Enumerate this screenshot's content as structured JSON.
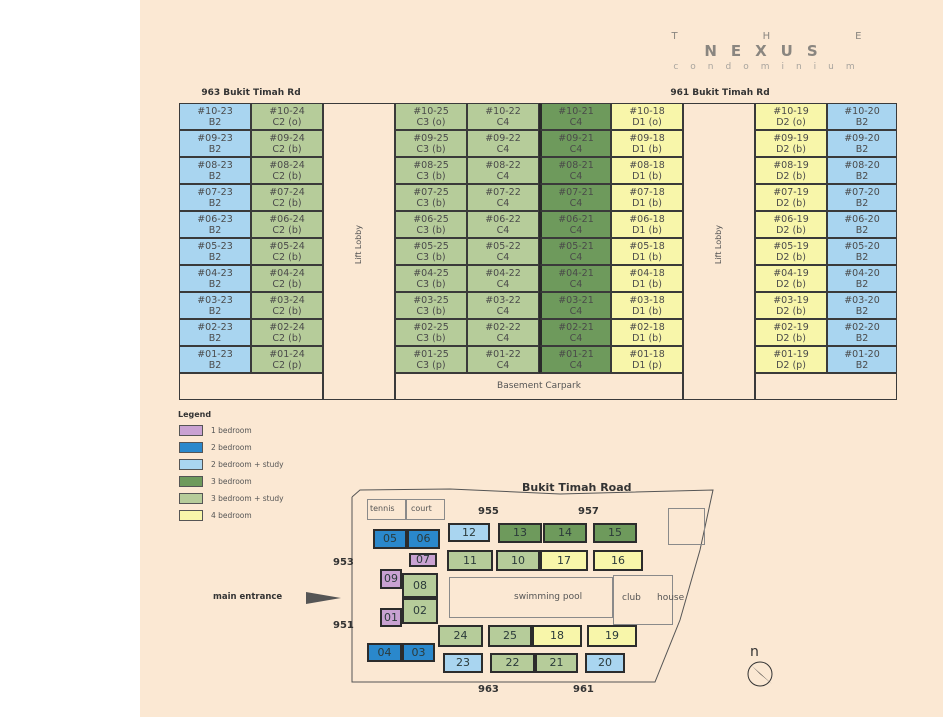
{
  "logo": {
    "the": "T H E",
    "nexus": "NEXUS",
    "condominium": "condominium"
  },
  "headings": {
    "left_block": "963 Bukit Timah Rd",
    "right_block": "961 Bukit Timah Rd"
  },
  "stack": {
    "lift_lobby": "Lift Lobby",
    "basement_carpark": "Basement Carpark",
    "column_types": [
      3,
      5,
      5,
      5,
      4,
      6,
      6,
      3
    ],
    "rows": [
      {
        "floor": "10",
        "cells": [
          [
            "#10-23",
            "B2"
          ],
          [
            "#10-24",
            "C2 (o)"
          ],
          [
            "#10-25",
            "C3 (o)"
          ],
          [
            "#10-22",
            "C4"
          ],
          [
            "#10-21",
            "C4"
          ],
          [
            "#10-18",
            "D1 (o)"
          ],
          [
            "#10-19",
            "D2 (o)"
          ],
          [
            "#10-20",
            "B2"
          ]
        ]
      },
      {
        "floor": "09",
        "cells": [
          [
            "#09-23",
            "B2"
          ],
          [
            "#09-24",
            "C2 (b)"
          ],
          [
            "#09-25",
            "C3 (b)"
          ],
          [
            "#09-22",
            "C4"
          ],
          [
            "#09-21",
            "C4"
          ],
          [
            "#09-18",
            "D1 (b)"
          ],
          [
            "#09-19",
            "D2 (b)"
          ],
          [
            "#09-20",
            "B2"
          ]
        ]
      },
      {
        "floor": "08",
        "cells": [
          [
            "#08-23",
            "B2"
          ],
          [
            "#08-24",
            "C2 (b)"
          ],
          [
            "#08-25",
            "C3 (b)"
          ],
          [
            "#08-22",
            "C4"
          ],
          [
            "#08-21",
            "C4"
          ],
          [
            "#08-18",
            "D1 (b)"
          ],
          [
            "#08-19",
            "D2 (b)"
          ],
          [
            "#08-20",
            "B2"
          ]
        ]
      },
      {
        "floor": "07",
        "cells": [
          [
            "#07-23",
            "B2"
          ],
          [
            "#07-24",
            "C2 (b)"
          ],
          [
            "#07-25",
            "C3 (b)"
          ],
          [
            "#07-22",
            "C4"
          ],
          [
            "#07-21",
            "C4"
          ],
          [
            "#07-18",
            "D1 (b)"
          ],
          [
            "#07-19",
            "D2 (b)"
          ],
          [
            "#07-20",
            "B2"
          ]
        ]
      },
      {
        "floor": "06",
        "cells": [
          [
            "#06-23",
            "B2"
          ],
          [
            "#06-24",
            "C2 (b)"
          ],
          [
            "#06-25",
            "C3 (b)"
          ],
          [
            "#06-22",
            "C4"
          ],
          [
            "#06-21",
            "C4"
          ],
          [
            "#06-18",
            "D1 (b)"
          ],
          [
            "#06-19",
            "D2 (b)"
          ],
          [
            "#06-20",
            "B2"
          ]
        ]
      },
      {
        "floor": "05",
        "cells": [
          [
            "#05-23",
            "B2"
          ],
          [
            "#05-24",
            "C2 (b)"
          ],
          [
            "#05-25",
            "C3 (b)"
          ],
          [
            "#05-22",
            "C4"
          ],
          [
            "#05-21",
            "C4"
          ],
          [
            "#05-18",
            "D1 (b)"
          ],
          [
            "#05-19",
            "D2 (b)"
          ],
          [
            "#05-20",
            "B2"
          ]
        ]
      },
      {
        "floor": "04",
        "cells": [
          [
            "#04-23",
            "B2"
          ],
          [
            "#04-24",
            "C2 (b)"
          ],
          [
            "#04-25",
            "C3 (b)"
          ],
          [
            "#04-22",
            "C4"
          ],
          [
            "#04-21",
            "C4"
          ],
          [
            "#04-18",
            "D1 (b)"
          ],
          [
            "#04-19",
            "D2 (b)"
          ],
          [
            "#04-20",
            "B2"
          ]
        ]
      },
      {
        "floor": "03",
        "cells": [
          [
            "#03-23",
            "B2"
          ],
          [
            "#03-24",
            "C2 (b)"
          ],
          [
            "#03-25",
            "C3 (b)"
          ],
          [
            "#03-22",
            "C4"
          ],
          [
            "#03-21",
            "C4"
          ],
          [
            "#03-18",
            "D1 (b)"
          ],
          [
            "#03-19",
            "D2 (b)"
          ],
          [
            "#03-20",
            "B2"
          ]
        ]
      },
      {
        "floor": "02",
        "cells": [
          [
            "#02-23",
            "B2"
          ],
          [
            "#02-24",
            "C2 (b)"
          ],
          [
            "#02-25",
            "C3 (b)"
          ],
          [
            "#02-22",
            "C4"
          ],
          [
            "#02-21",
            "C4"
          ],
          [
            "#02-18",
            "D1 (b)"
          ],
          [
            "#02-19",
            "D2 (b)"
          ],
          [
            "#02-20",
            "B2"
          ]
        ]
      },
      {
        "floor": "01",
        "cells": [
          [
            "#01-23",
            "B2"
          ],
          [
            "#01-24",
            "C2 (p)"
          ],
          [
            "#01-25",
            "C3 (p)"
          ],
          [
            "#01-22",
            "C4"
          ],
          [
            "#01-21",
            "C4"
          ],
          [
            "#01-18",
            "D1 (p)"
          ],
          [
            "#01-19",
            "D2 (p)"
          ],
          [
            "#01-20",
            "B2"
          ]
        ]
      }
    ]
  },
  "legend": {
    "title": "Legend",
    "items": [
      {
        "label": "1 bedroom",
        "color": "#c9a2d2"
      },
      {
        "label": "2 bedroom",
        "color": "#2a88cc"
      },
      {
        "label": "2 bedroom + study",
        "color": "#a9d5f0"
      },
      {
        "label": "3 bedroom",
        "color": "#6e9a5c"
      },
      {
        "label": "3 bedroom + study",
        "color": "#b6cc9a"
      },
      {
        "label": "4 bedroom",
        "color": "#f8f6aa"
      }
    ]
  },
  "site_plan": {
    "road": "Bukit Timah Road",
    "tennis": [
      "tennis",
      "court"
    ],
    "swimming_pool": "swimming pool",
    "club": "club",
    "house": "house",
    "main_entrance": "main entrance",
    "north": "n",
    "addresses": {
      "a955": "955",
      "a957": "957",
      "a953": "953",
      "a951": "951",
      "a963": "963",
      "a961": "961"
    },
    "units": [
      "05",
      "06",
      "07",
      "09",
      "08",
      "02",
      "01",
      "04",
      "03",
      "12",
      "13",
      "14",
      "15",
      "11",
      "10",
      "17",
      "16",
      "24",
      "25",
      "18",
      "19",
      "23",
      "22",
      "21",
      "20"
    ]
  }
}
